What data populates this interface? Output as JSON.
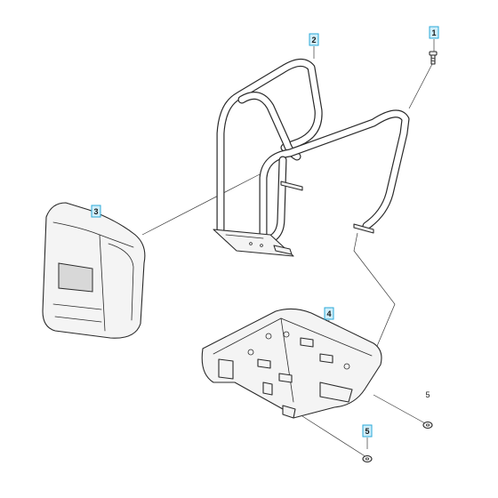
{
  "callouts": [
    {
      "id": "callout-1",
      "label": "1",
      "highlighted": true
    },
    {
      "id": "callout-2",
      "label": "2",
      "highlighted": true
    },
    {
      "id": "callout-3",
      "label": "3",
      "highlighted": true
    },
    {
      "id": "callout-4",
      "label": "4",
      "highlighted": true
    },
    {
      "id": "callout-5a",
      "label": "5",
      "highlighted": false
    },
    {
      "id": "callout-5b",
      "label": "5",
      "highlighted": true
    }
  ],
  "colors": {
    "callout_fill": "#cfeefa",
    "callout_border": "#2aa8d8",
    "line": "#2a2a2a"
  }
}
